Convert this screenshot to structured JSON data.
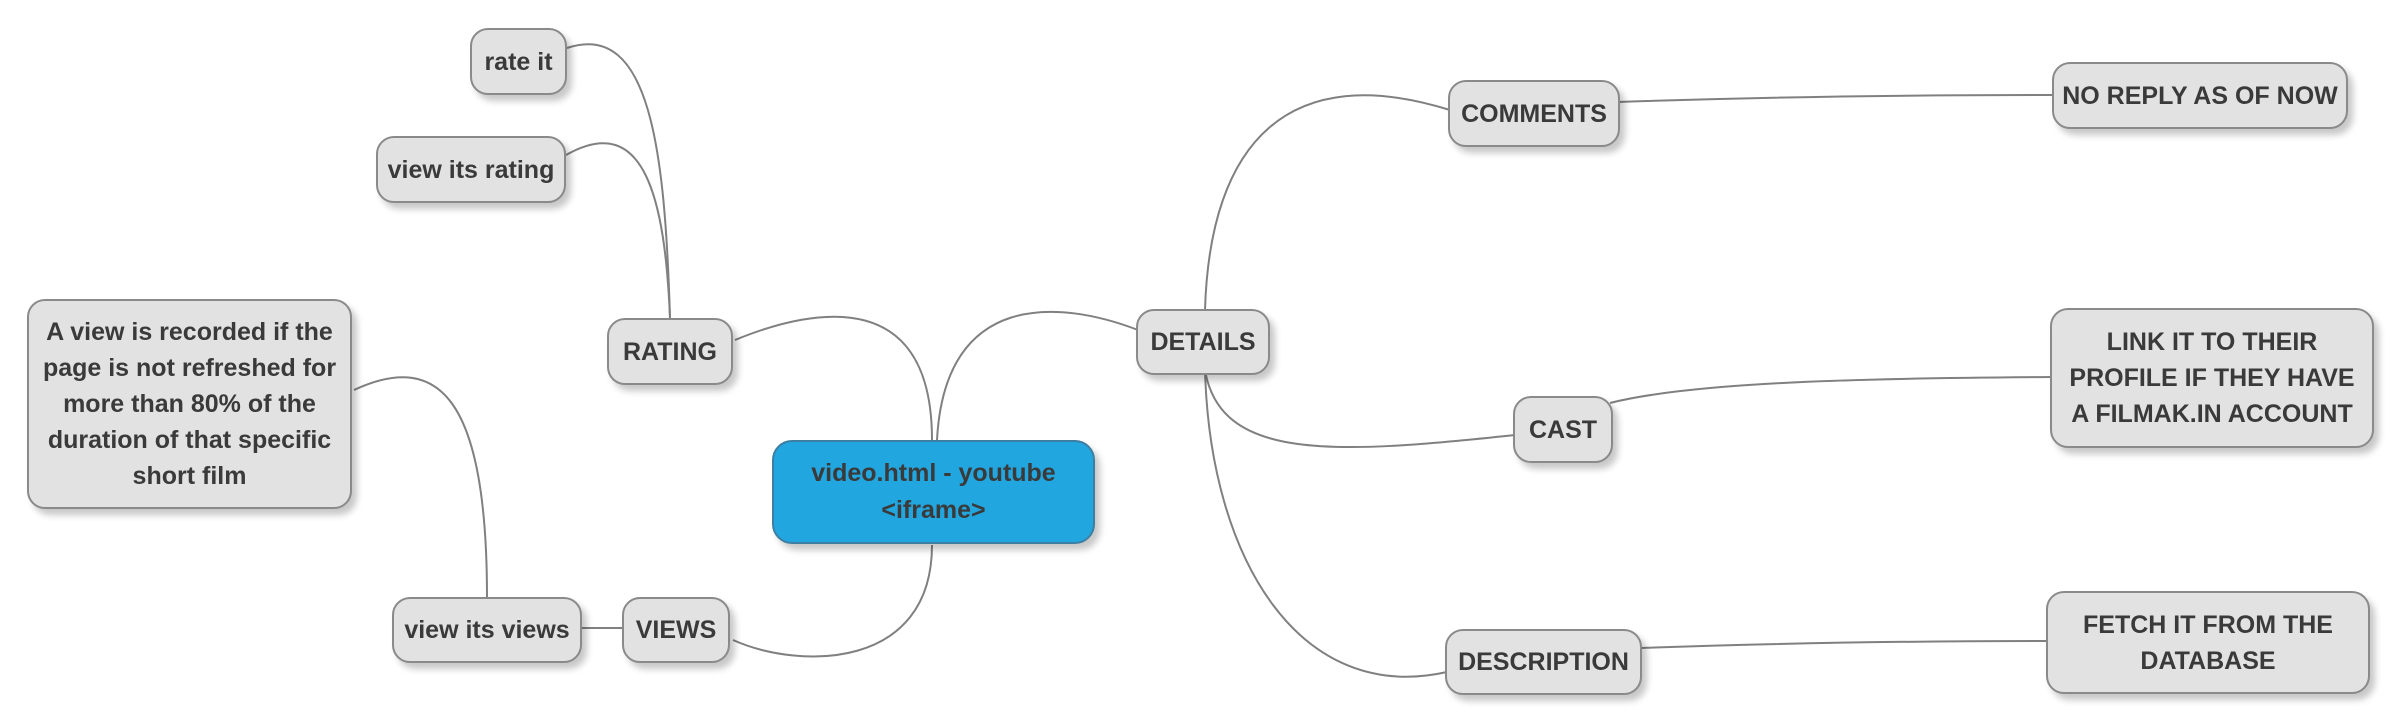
{
  "mindmap": {
    "root": "video.html - youtube\n<iframe>",
    "nodes": {
      "rating": "RATING",
      "rate_it": "rate it",
      "view_rating": "view its rating",
      "views": "VIEWS",
      "view_views": "view its views",
      "view_note": "A view is recorded if the\npage is not refreshed for\nmore than 80% of the\nduration of that specific\nshort film",
      "details": "DETAILS",
      "comments": "COMMENTS",
      "no_reply": "NO REPLY AS OF NOW",
      "cast": "CAST",
      "cast_link": "LINK IT TO THEIR\nPROFILE IF THEY HAVE\nA FILMAK.IN ACCOUNT",
      "description": "DESCRIPTION",
      "fetch_db": "FETCH IT FROM THE\nDATABASE"
    }
  },
  "colors": {
    "node_fill": "#e2e2e2",
    "node_border": "#8a8a8a",
    "root_fill": "#22a6df",
    "edge": "#808080",
    "text": "#3a3a3a"
  }
}
